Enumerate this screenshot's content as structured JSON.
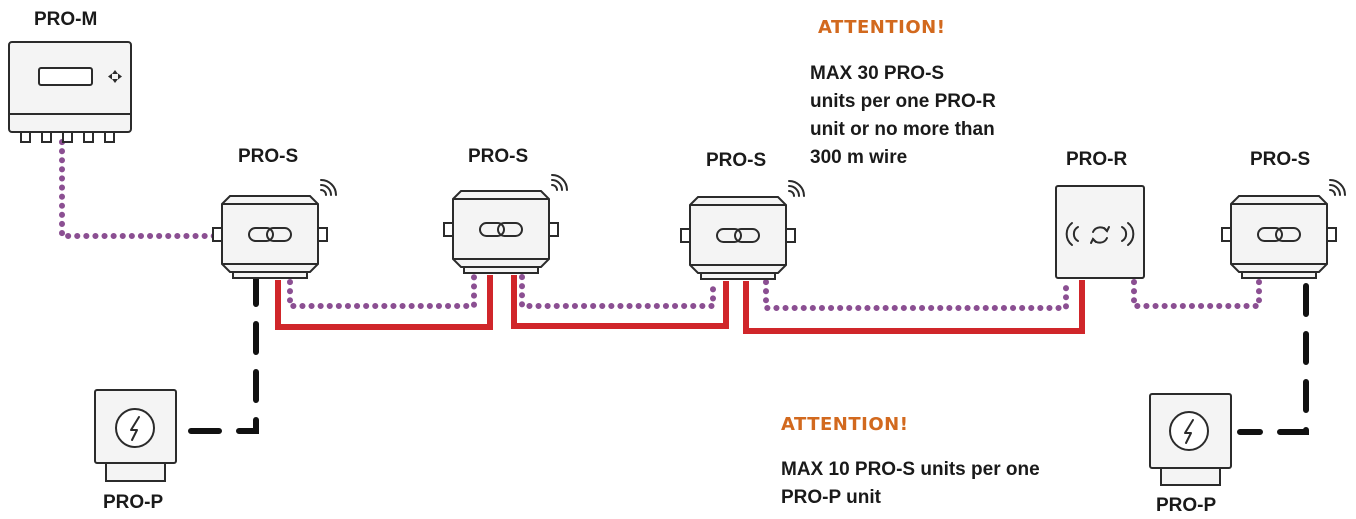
{
  "labels": {
    "pro_m": "PRO-M",
    "pro_s_1": "PRO-S",
    "pro_s_2": "PRO-S",
    "pro_s_3": "PRO-S",
    "pro_r": "PRO-R",
    "pro_s_4": "PRO-S",
    "pro_p_left": "PRO-P",
    "pro_p_right": "PRO-P"
  },
  "attention_top": {
    "title": "ATTENTION!",
    "lines": [
      "MAX 30 PRO-S",
      "units per one PRO-R",
      "unit or no more than",
      "300 m wire"
    ]
  },
  "attention_bottom": {
    "title": "ATTENTION!",
    "lines": [
      "MAX 10 PRO-S units per one",
      "PRO-P unit"
    ]
  },
  "colors": {
    "accent": "#d2691e",
    "data_wire": "#8b4f92",
    "power_wire": "#d0262a",
    "supply_wire": "#111111",
    "outline": "#2b2b2b",
    "device_fill": "#f4f4f4"
  },
  "icons": {
    "pro_s": "chain-link-icon",
    "pro_r": "wireless-repeat-icon",
    "pro_p": "lightning-icon",
    "signal": "wifi-signal-icon",
    "pro_m_nav": "directional-pad-icon"
  }
}
